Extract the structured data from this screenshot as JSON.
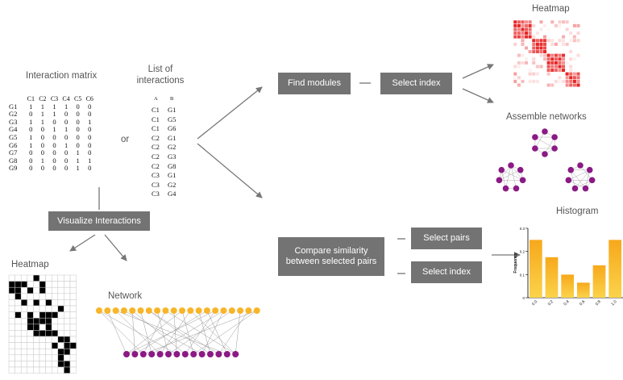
{
  "matrix": {
    "title": "Interaction matrix",
    "columns": [
      "C1",
      "C2",
      "C3",
      "C4",
      "C5",
      "C6"
    ],
    "rows": [
      {
        "label": "G1",
        "values": [
          "1",
          "1",
          "1",
          "1",
          "0",
          "0"
        ]
      },
      {
        "label": "G2",
        "values": [
          "0",
          "1",
          "1",
          "0",
          "0",
          "0"
        ]
      },
      {
        "label": "G3",
        "values": [
          "1",
          "1",
          "0",
          "0",
          "0",
          "1"
        ]
      },
      {
        "label": "G4",
        "values": [
          "0",
          "0",
          "1",
          "1",
          "0",
          "0"
        ]
      },
      {
        "label": "G5",
        "values": [
          "1",
          "0",
          "0",
          "0",
          "0",
          "0"
        ]
      },
      {
        "label": "G6",
        "values": [
          "1",
          "0",
          "0",
          "1",
          "0",
          "0"
        ]
      },
      {
        "label": "G7",
        "values": [
          "0",
          "0",
          "0",
          "0",
          "1",
          "0"
        ]
      },
      {
        "label": "G8",
        "values": [
          "0",
          "1",
          "0",
          "0",
          "1",
          "1"
        ]
      },
      {
        "label": "G9",
        "values": [
          "0",
          "0",
          "0",
          "0",
          "1",
          "0"
        ]
      }
    ]
  },
  "or_label": "or",
  "list": {
    "title_line1": "List of",
    "title_line2": "interactions",
    "headers": [
      "A",
      "B"
    ],
    "rows": [
      [
        "C1",
        "G1"
      ],
      [
        "C1",
        "G5"
      ],
      [
        "C1",
        "G6"
      ],
      [
        "C2",
        "G1"
      ],
      [
        "C2",
        "G2"
      ],
      [
        "C2",
        "G3"
      ],
      [
        "C2",
        "G8"
      ],
      [
        "C3",
        "G1"
      ],
      [
        "C3",
        "G2"
      ],
      [
        "C3",
        "G4"
      ]
    ]
  },
  "boxes": {
    "visualize": "Visualize Interactions",
    "find_modules": "Find modules",
    "select_index_top": "Select index",
    "compare_line1": "Compare similarity",
    "compare_line2": "between selected pairs",
    "select_pairs": "Select pairs",
    "select_index_bottom": "Select index"
  },
  "labels": {
    "heatmap_left": "Heatmap",
    "network": "Network",
    "heatmap_right": "Heatmap",
    "assemble": "Assemble networks",
    "histogram": "Histogram"
  },
  "colors": {
    "box": "#737373",
    "arrow": "#777777",
    "heat_red": "#e8242b",
    "bar_orange": "#f7a81b",
    "bar_yellow": "#fbd34b",
    "node_purple": "#8b1a84",
    "node_orange": "#f9b52a"
  },
  "chart_data": {
    "type": "bar",
    "title": "Histogram",
    "ylabel": "Frequency",
    "xlabel": "",
    "categories": [
      "0.0",
      "0.2",
      "0.4",
      "0.6",
      "0.8",
      "1.0"
    ],
    "values": [
      0.25,
      0.175,
      0.1,
      0.065,
      0.14,
      0.25
    ],
    "ylim": [
      0,
      0.3
    ],
    "yticks": [
      "0",
      "0.1",
      "0.2",
      "0.3"
    ],
    "xticks": [
      "0.0",
      "0.2",
      "0.4",
      "0.6",
      "0.8",
      "1.0"
    ]
  }
}
